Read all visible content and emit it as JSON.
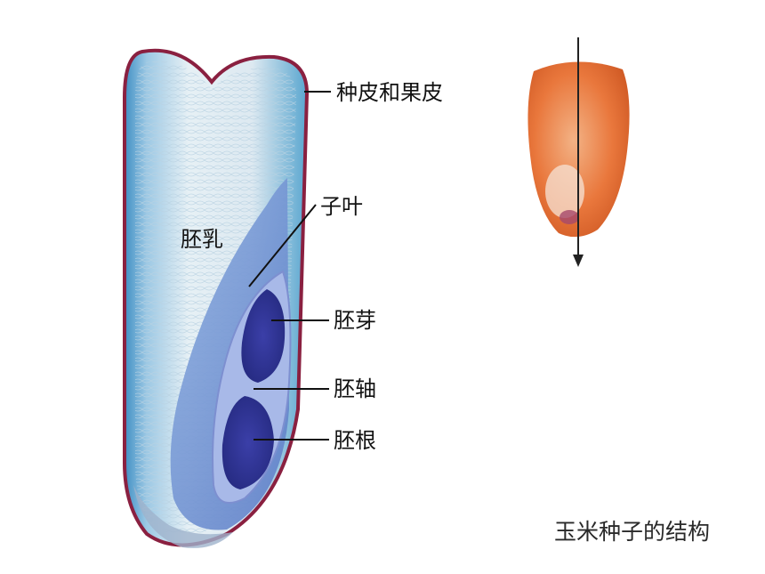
{
  "labels": {
    "seed_coat_pericarp": "种皮和果皮",
    "cotyledon": "子叶",
    "endosperm": "胚乳",
    "plumule": "胚芽",
    "hypocotyl": "胚轴",
    "radicle": "胚根"
  },
  "caption": "玉米种子的结构",
  "colors": {
    "endosperm_light": "#dbeaf2",
    "endosperm_blue": "#5aa6cf",
    "pericarp": "#8a2040",
    "embryo": "#6f8ed1",
    "embryo_dark": "#2a2f8c",
    "kernel_orange": "#e8733a"
  }
}
